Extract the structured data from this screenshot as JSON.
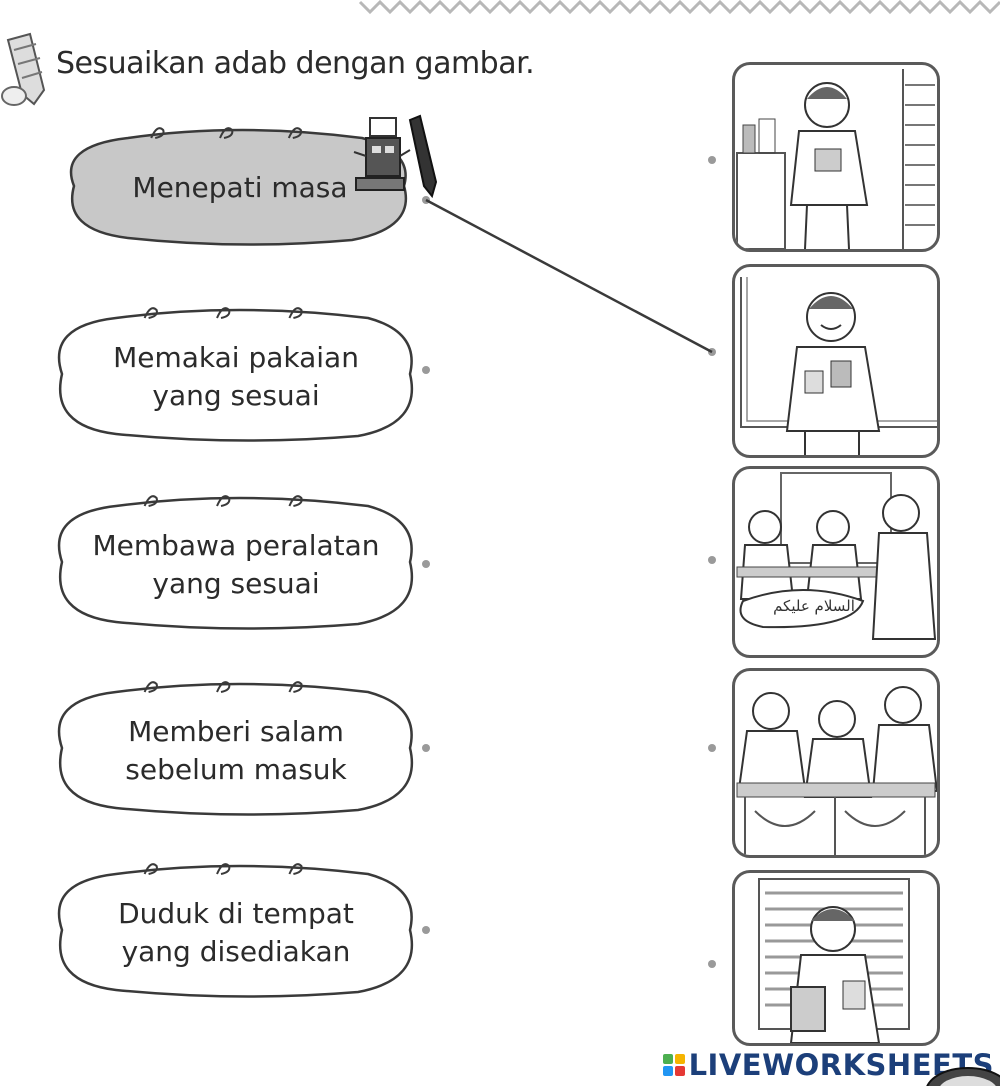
{
  "instruction": "Sesuaikan adab dengan gambar.",
  "phrases": [
    {
      "text": "Menepati masa",
      "selected": true
    },
    {
      "text": "Memakai pakaian\nyang sesuai",
      "selected": false
    },
    {
      "text": "Membawa peralatan\nyang sesuai",
      "selected": false
    },
    {
      "text": "Memberi salam\nsebelum masuk",
      "selected": false
    },
    {
      "text": "Duduk di tempat\nyang disediakan",
      "selected": false
    }
  ],
  "pictures": [
    {
      "scene": "boy-standing-holding-box",
      "speech": ""
    },
    {
      "scene": "boy-smiling-at-board",
      "speech": ""
    },
    {
      "scene": "boys-greeting-classroom",
      "speech": "السلام عليكم"
    },
    {
      "scene": "boys-seated-at-desks",
      "speech": ""
    },
    {
      "scene": "boy-with-books-at-window",
      "speech": ""
    }
  ],
  "connections": [
    {
      "from_phrase": 1,
      "to_picture": 2
    }
  ],
  "colors": {
    "selected_fill": "#c8c8c8",
    "line": "#3a3a3a",
    "brand": "#1c3f7a"
  },
  "brand": "LIVEWORKSHEETS"
}
